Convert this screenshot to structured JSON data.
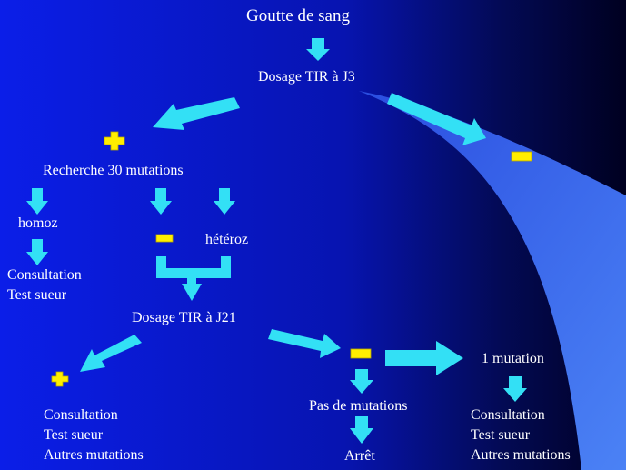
{
  "colors": {
    "background_left": "#0b1ee8",
    "background_right": "#000020",
    "swoosh": "#3a6ef0",
    "arrow": "#33e0f5",
    "sign": "#ffee00",
    "text": "#ffffff"
  },
  "nodes": {
    "title": "Goutte de sang",
    "dosage_j3": "Dosage TIR à J3",
    "recherche": "Recherche 30 mutations",
    "homoz": "homoz",
    "heteroz": "hétéroz",
    "consult_left": [
      "Consultation",
      "Test sueur"
    ],
    "dosage_j21": "Dosage TIR à J21",
    "pas_de_mutations": "Pas de mutations",
    "arret": "Arrêt",
    "une_mutation": "1 mutation",
    "consult_bottom_left": [
      "Consultation",
      "Test sueur",
      "Autres mutations"
    ],
    "consult_bottom_right": [
      "Consultation",
      "Test sueur",
      "Autres mutations"
    ]
  },
  "signs": {
    "positive_top": "plus-sign",
    "negative_top": "minus-sign",
    "negative_mid": "minus-sign",
    "positive_bottom": "plus-sign",
    "negative_bottom": "minus-sign"
  }
}
